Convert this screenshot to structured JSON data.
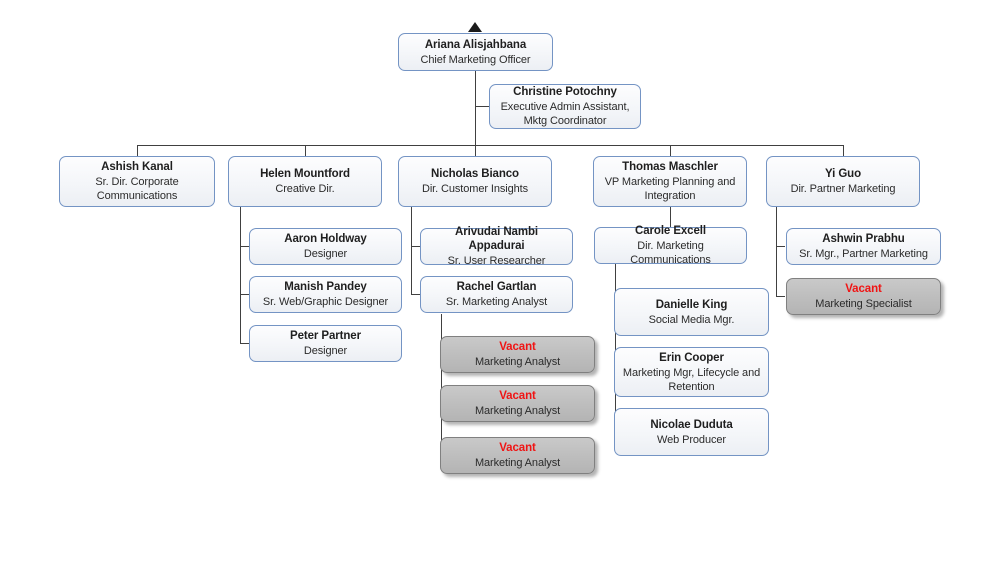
{
  "chart_type": "org-chart",
  "colors": {
    "filled_border": "#7494c4",
    "filled_fill": "#f4f6f9",
    "vacant_border": "#808080",
    "vacant_fill": "#bdbdbd",
    "vacant_name": "#f01414",
    "connector": "#404040",
    "background": "#ffffff"
  },
  "nodes": {
    "root": {
      "name": "Ariana Alisjahbana",
      "title": "Chief Marketing Officer",
      "status": "filled"
    },
    "assistant": {
      "name": "Christine Potochny",
      "title": "Executive Admin Assistant, Mktg Coordinator",
      "status": "filled"
    },
    "l1_a": {
      "name": "Ashish Kanal",
      "title": "Sr. Dir. Corporate Communications",
      "status": "filled"
    },
    "l1_b": {
      "name": "Helen Mountford",
      "title": "Creative Dir.",
      "status": "filled"
    },
    "l1_c": {
      "name": "Nicholas Bianco",
      "title": "Dir. Customer Insights",
      "status": "filled"
    },
    "l1_d": {
      "name": "Thomas Maschler",
      "title": "VP Marketing Planning and Integration",
      "status": "filled"
    },
    "l1_e": {
      "name": "Yi Guo",
      "title": "Dir. Partner Marketing",
      "status": "filled"
    },
    "b_1": {
      "name": "Aaron Holdway",
      "title": "Designer",
      "status": "filled"
    },
    "b_2": {
      "name": "Manish Pandey",
      "title": "Sr. Web/Graphic Designer",
      "status": "filled"
    },
    "b_3": {
      "name": "Peter Partner",
      "title": "Designer",
      "status": "filled"
    },
    "c_1": {
      "name": "Arivudai Nambi Appadurai",
      "title": "Sr. User Researcher",
      "status": "filled"
    },
    "c_2": {
      "name": "Rachel Gartlan",
      "title": "Sr. Marketing Analyst",
      "status": "filled"
    },
    "c_2_1": {
      "name": "Vacant",
      "title": "Marketing Analyst",
      "status": "vacant"
    },
    "c_2_2": {
      "name": "Vacant",
      "title": "Marketing Analyst",
      "status": "vacant"
    },
    "c_2_3": {
      "name": "Vacant",
      "title": "Marketing Analyst",
      "status": "vacant"
    },
    "d_1": {
      "name": "Carole Excell",
      "title": "Dir. Marketing Communications",
      "status": "filled"
    },
    "d_1_1": {
      "name": "Danielle King",
      "title": "Social Media Mgr.",
      "status": "filled"
    },
    "d_1_2": {
      "name": "Erin Cooper",
      "title": "Marketing Mgr, Lifecycle and Retention",
      "status": "filled"
    },
    "d_1_3": {
      "name": "Nicolae Duduta",
      "title": "Web Producer",
      "status": "filled"
    },
    "e_1": {
      "name": "Ashwin Prabhu",
      "title": "Sr. Mgr., Partner Marketing",
      "status": "filled"
    },
    "e_2": {
      "name": "Vacant",
      "title": "Marketing Specialist",
      "status": "vacant"
    }
  }
}
